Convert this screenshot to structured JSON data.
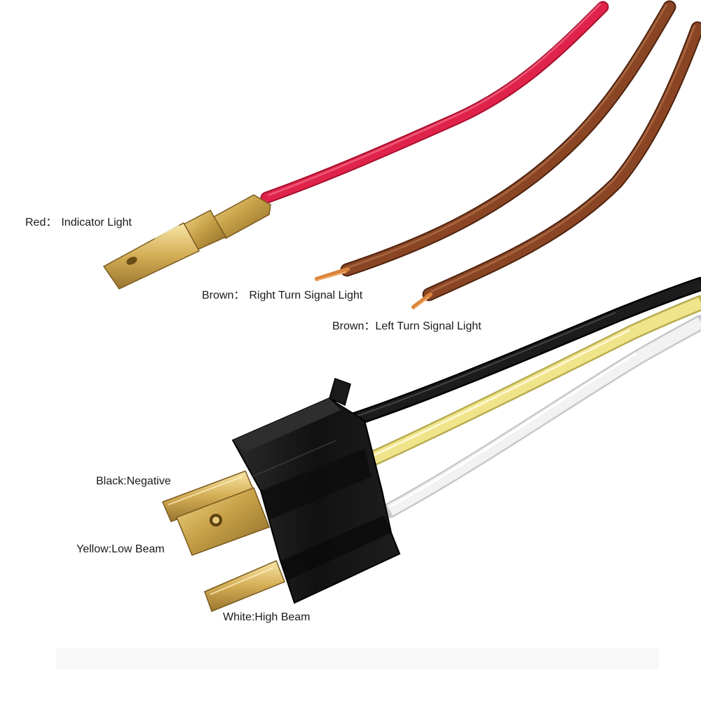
{
  "labels": {
    "red": {
      "color": "Red：",
      "function": "Indicator Light"
    },
    "brown_right": {
      "color": "Brown：",
      "function": "Right Turn Signal Light"
    },
    "brown_left": {
      "color": "Brown：",
      "function": "Left Turn Signal Light"
    },
    "black": {
      "text": "Black:Negative"
    },
    "yellow": {
      "text": "Yellow:Low Beam"
    },
    "white": {
      "text": "White:High Beam"
    }
  },
  "colors": {
    "red_wire": "#e0234a",
    "brown_wire": "#7a3b1e",
    "black_wire": "#141414",
    "yellow_wire": "#f0e48a",
    "white_wire": "#f2f2f2",
    "terminal_gold": "#c9a24a",
    "connector_body": "#161616"
  }
}
